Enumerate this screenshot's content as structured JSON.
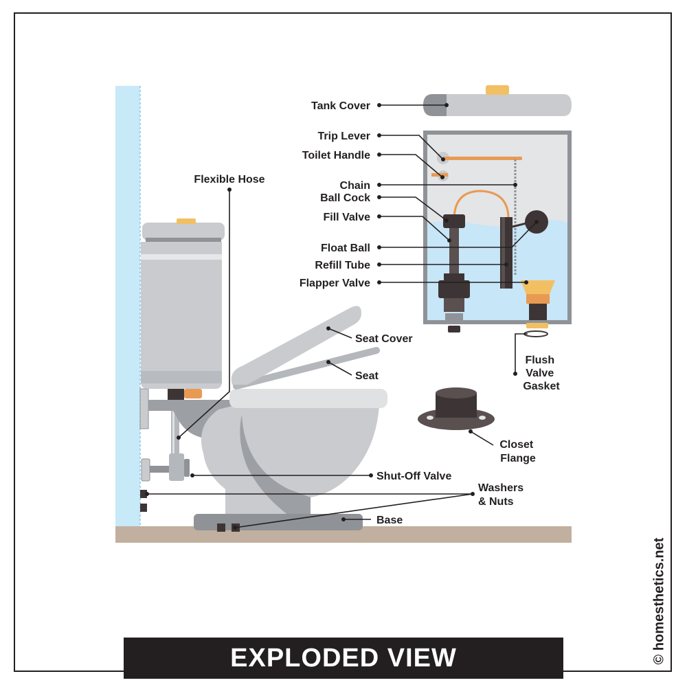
{
  "title": "EXPLODED VIEW",
  "credit": "© homesthetics.net",
  "labels": {
    "tank_cover": "Tank Cover",
    "trip_lever": "Trip Lever",
    "toilet_handle": "Toilet Handle",
    "chain": "Chain",
    "ball_cock": "Ball Cock",
    "fill_valve": "Fill Valve",
    "float_ball": "Float Ball",
    "refill_tube": "Refill Tube",
    "flapper_valve": "Flapper Valve",
    "flexible_hose": "Flexible Hose",
    "seat_cover": "Seat Cover",
    "seat": "Seat",
    "flush_valve_gasket": [
      "Flush",
      "Valve",
      "Gasket"
    ],
    "closet_flange": [
      "Closet",
      "Flange"
    ],
    "shut_off_valve": "Shut-Off Valve",
    "washers_nuts": [
      "Washers",
      "& Nuts"
    ],
    "base": "Base"
  },
  "colors": {
    "wall": "#c8e9f8",
    "floor": "#c1b09f",
    "porcelain": "#c9cbce",
    "porcelain_dark": "#8f9296",
    "water": "#c7e6f7",
    "hardware": "#3d3535",
    "copper": "#e99a52",
    "brass": "#f2c063",
    "ink": "#231f20"
  }
}
